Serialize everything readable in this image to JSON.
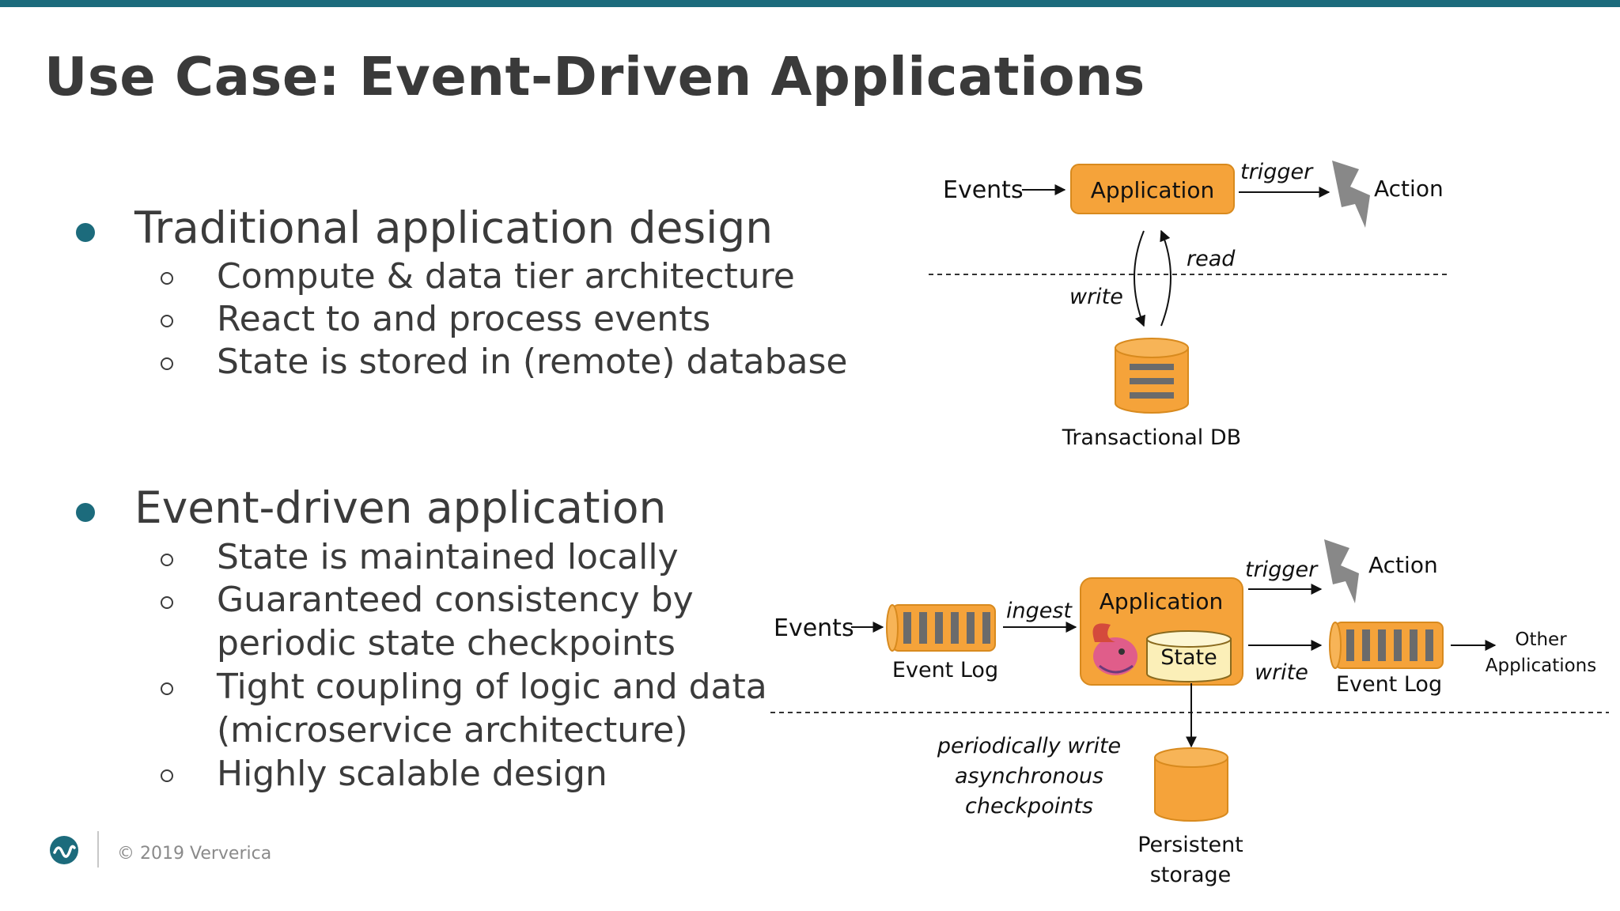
{
  "title": "Use Case: Event-Driven Applications",
  "traditional": {
    "heading": "Traditional application design",
    "items": [
      "Compute & data tier architecture",
      "React to and process events",
      "State is stored in (remote) database"
    ]
  },
  "event_driven": {
    "heading": "Event-driven application",
    "items": [
      [
        "State is maintained locally"
      ],
      [
        "Guaranteed consistency by",
        "periodic state checkpoints"
      ],
      [
        "Tight coupling of logic and data",
        "(microservice architecture)"
      ],
      [
        "Highly scalable design"
      ]
    ]
  },
  "diagram_top": {
    "events": "Events",
    "application": "Application",
    "trigger": "trigger",
    "action": "Action",
    "read": "read",
    "write": "write",
    "db": "Transactional DB"
  },
  "diagram_bottom": {
    "events": "Events",
    "ingest": "ingest",
    "event_log_in": "Event Log",
    "application": "Application",
    "state": "State",
    "trigger": "trigger",
    "action": "Action",
    "write": "write",
    "event_log_out": "Event Log",
    "other_apps": [
      "Other",
      "Applications"
    ],
    "checkpoint_note": [
      "periodically write",
      "asynchronous",
      "checkpoints"
    ],
    "storage": [
      "Persistent",
      "storage"
    ]
  },
  "footer": {
    "copyright": "© 2019 Ververica"
  },
  "colors": {
    "accent": "#1c6b7c",
    "box": "#f5a33a",
    "box_border": "#d88a1e",
    "log_bar": "#6b6b6b",
    "state_fill": "#fbefb8"
  }
}
